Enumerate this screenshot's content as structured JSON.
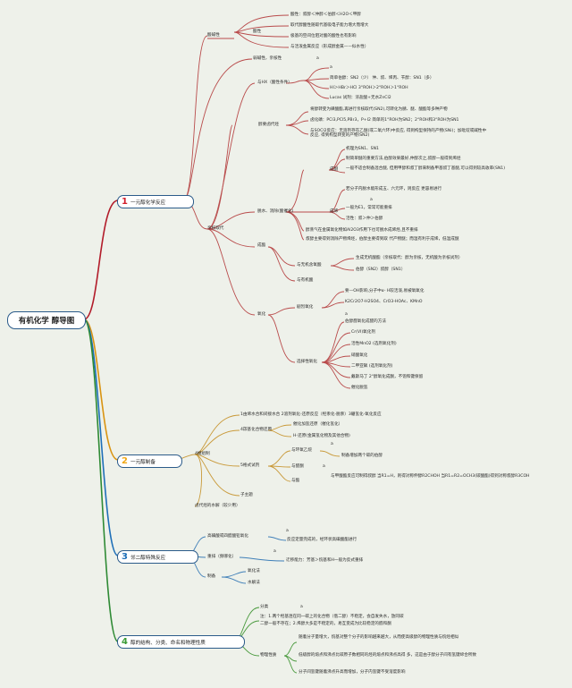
{
  "root": "有机化学 醇导图",
  "categories": [
    {
      "num": "1",
      "label": "一元醇化学反应",
      "color": "#d21f2b"
    },
    {
      "num": "2",
      "label": "一元醇制备",
      "color": "#f0a814"
    },
    {
      "num": "3",
      "label": "邻二醇特殊反应",
      "color": "#1e6fb8"
    },
    {
      "num": "4",
      "label": "醇的结构、分类、命名和物理性质",
      "color": "#3a9a34"
    }
  ],
  "nodes": {
    "acidity": "酸碱性",
    "acidic": "酸性",
    "acid_order": "酸性：叔醇＜仲醇＜伯醇＜H2O＜甲醇",
    "acid_subst": "取代醇酸性随取代基吸电子能力增大而增大",
    "acid_solvent": "极基的空间位阻对酸的酸性也有影响",
    "acid_metal": "与活泼金属反应（形成醇金属——似水性）",
    "weak_base": "弱碱性，亲核性",
    "a": "a",
    "nucleophilic": "亲核取代",
    "hx": "与HX（酸性条件）",
    "hx_order": "简单伯醇：SN2（少） 仲、叔、烯丙、苄醇：SN1（多）",
    "hx_rate": "HI＞HBr＞HCl 3°ROH＞2°ROH＞1°ROH",
    "lucas": "Lucas 试剂：浓盐酸+无水ZnCl2",
    "halo_agent": "醇要卤代烃",
    "sulfonyl": "将醇转变为磺酸酯,再进行亲核取代(SN2),可转化为腈、醚、酸酯等多种产物",
    "pcl": "卤化磷：PCl3,PCl5,PBr3，P+I2 简单的1°ROH为SN2；2°ROH和3°ROH为SN1",
    "socl2": "与SOCl2反应：无溶剂存在乙醚(或二氧六环)中反应, 得到构型保持的产物(SNi)；加吡啶或碱性中反应, 得到构型转变的产物(SN2)",
    "dehydration": "脱水、消除(酸催化)",
    "ether_form": "成醚",
    "ether_mech": "机理为SN1、SN1",
    "ether_rules": "制简单醚的重要方法,伯醇效果最好,仲醇次之,叔醇一般得到烯烃",
    "ether_mixed": "一般不适合制备混合醚, 但用甲醇和叔丁醇来制备甲基叔丁基醚,可以得到较高收率(SN1)",
    "ring_ether": "若分子内脱水能形成五、六元环，则反应 更容易进行",
    "alkene_form": "成烯",
    "alkene_e1": "一般为E1，常常可能重排",
    "alkene_act": "活性：叔＞仲＞伯醇",
    "alkene_al2o3": "醇蒸气在金属氧化物如Al2O3作用下也可脱水成烯烃,且不重排",
    "alkene_rule": "叔醇主要得到消除产物烯烃，伯醇主要得到取 代产物醚；而温有利于成烯，低温成醚",
    "ester": "成酯",
    "inorg_acid": "与无机含氧酸",
    "inorg_detail": "生成无机酸酯（亲核取代：醇为亲核，无机酸为亲核试剂）",
    "inorg_sn": "伯醇（SN2）叔醇（SN1）",
    "org_acid": "与有机酸",
    "oxidation": "氧化",
    "strong_ox": "剧烈氧化",
    "strong_ox_d": "要—OH影响,分子中α- H较活泼,易被氧氧化",
    "strong_ox_reagent": "K2Cr2O7-H2SO4、CrO3-HOAc、KMnO",
    "primary_ox": "伯醇醛氧化成醛的方法",
    "cr6": "Cr(VI)氧化剂",
    "mno2": "活性MnO2 (选剂氧化剂)",
    "swern": "硝酸氧化",
    "dmso": "二甲亚砜 (选剂氧化剂)",
    "dess": "戴斯马丁 2°醇氧化成酮，不饱和键保留",
    "cat_dehyd": "催化脱氢",
    "select_ox": "选择性氧化",
    "prep_line1": "1由烯水合和间接水合 2溶剂氧化-还原反应（羟汞化-脱汞）3硼氢化-氧化反应",
    "carbonyl_red": "4羰基化合物还原",
    "cat_hydro": "催化加氢还原（催化氢化）",
    "metal_hydride": "H-还原(金属氢化物及其他合物)",
    "grignard_line": "5格式试剂",
    "epoxide": "与环氧乙烷",
    "inc2": "制备增加两个碳的伯醇",
    "with_aldehyde": "与醛酮",
    "with_ester": "与酯",
    "ester_detail": "与甲酸酯反应可制得叔醇 当R1=H，则得对称伸醇R2CHOH 当R1=R2=OCH3(碳酸酯)得到对称叔醇R3COH",
    "prep_group": "4模组制",
    "sub_topic": "子主题",
    "halide_hydrolysis": "卤代烃的水解（较少用）",
    "periodate": "高碘酸或四醋酸铅氧化",
    "periodate_d": "反应定量完成的，经环状高碘酸酯进行",
    "pinacol": "重排（频哪化）",
    "pinacol_d": "迁移能力：芳基＞烷基和H一般为反式重排",
    "prep_diol": "制备",
    "prep_ox": "氧化法",
    "prep_hyd": "水解法",
    "classify": "分类",
    "note_line1": "注：1.两个羟基连在同一碳上的化合物（偕二醇）不稳定，会自发失水，放同碳",
    "note_line2": "二醇一般不存在；2.烯醇大多是不稳定的，易互变成为比较稳定的醛和酮",
    "phys": "物理性质",
    "phys1": "随着分子量增大，烷基对整个分子的影响越来越大，从而使高级醇的物理性质与烷烃相似",
    "phys2": "低级醇的熔点和沸点比碳原子数相同的烃的熔点和沸点高得 多，这是由于醇分子间有氢键缔合所致",
    "phys3": "分子间氢键随着沸点升高而增加，分子内氢键不受溶度影响"
  }
}
